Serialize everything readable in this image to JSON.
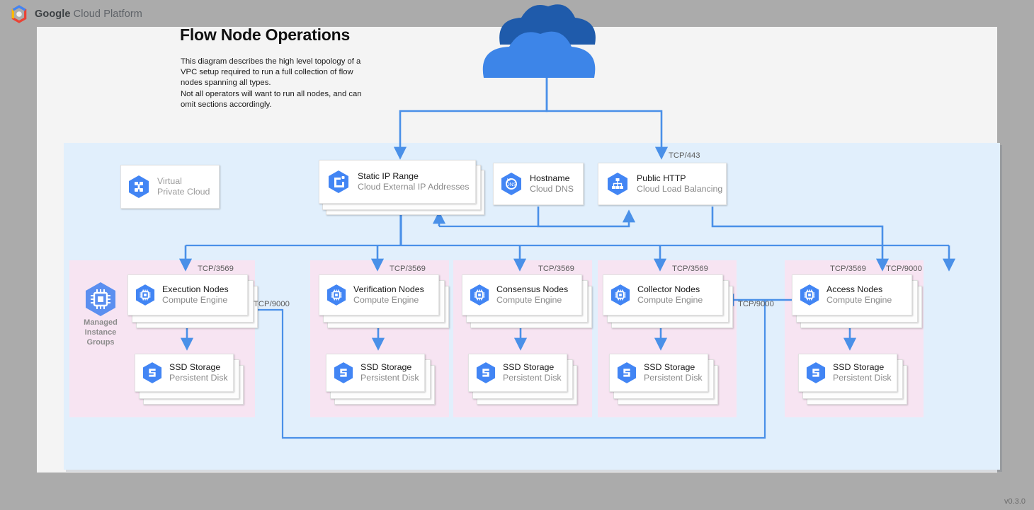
{
  "brand": {
    "google": "Google",
    "rest": " Cloud Platform",
    "logo_icon": "google-cloud-platform-logo"
  },
  "header": {
    "title": "Flow Node Operations",
    "description_line1": "This diagram describes the high level topology of a",
    "description_line2": "VPC setup required to run a full collection of flow",
    "description_line3": "nodes spanning all types.",
    "description_line4": "Not all operators will want to run all nodes, and can",
    "description_line5": "omit sections accordingly."
  },
  "version": "v0.3.0",
  "colors": {
    "accent_blue": "#4285f4",
    "connector_blue": "#4a90e8",
    "vpc_fill": "#e1effc",
    "mig_fill": "#f7e4f2",
    "page_fill": "#f4f4f4",
    "canvas_gray": "#ababab",
    "cloud_front": "#3d85e8",
    "cloud_back": "#1f5bab",
    "title_text": "#111111",
    "muted_text": "#8a8a8a"
  },
  "internet": {
    "icon": "cloud-icon",
    "label": ""
  },
  "top_nodes": [
    {
      "id": "vpc-label",
      "title": "Virtual",
      "subtitle": "Private Cloud",
      "icon": "virtual-private-cloud-icon",
      "muted": true,
      "stacked": false
    },
    {
      "id": "static-ip",
      "title": "Static IP Range",
      "subtitle": "Cloud External IP Addresses",
      "icon": "cloud-external-ip-icon",
      "muted": false,
      "stacked": true
    },
    {
      "id": "hostname",
      "title": "Hostname",
      "subtitle": "Cloud DNS",
      "icon": "cloud-dns-icon",
      "muted": false,
      "stacked": false
    },
    {
      "id": "public-http",
      "title": "Public HTTP",
      "subtitle": "Cloud Load Balancing",
      "icon": "cloud-load-balancing-icon",
      "muted": false,
      "stacked": false
    }
  ],
  "mig_label": {
    "line1": "Managed",
    "line2": "Instance",
    "line3": "Groups",
    "icon": "compute-engine-icon"
  },
  "node_groups": [
    {
      "id": "execution",
      "node_title": "Execution Nodes",
      "node_subtitle": "Compute Engine",
      "node_icon": "compute-engine-icon",
      "disk_title": "SSD Storage",
      "disk_subtitle": "Persistent Disk",
      "disk_icon": "persistent-disk-icon",
      "ingress_port": "TCP/3569"
    },
    {
      "id": "verification",
      "node_title": "Verification Nodes",
      "node_subtitle": "Compute Engine",
      "node_icon": "compute-engine-icon",
      "disk_title": "SSD Storage",
      "disk_subtitle": "Persistent Disk",
      "disk_icon": "persistent-disk-icon",
      "ingress_port": "TCP/3569"
    },
    {
      "id": "consensus",
      "node_title": "Consensus Nodes",
      "node_subtitle": "Compute Engine",
      "node_icon": "compute-engine-icon",
      "disk_title": "SSD Storage",
      "disk_subtitle": "Persistent Disk",
      "disk_icon": "persistent-disk-icon",
      "ingress_port": "TCP/3569"
    },
    {
      "id": "collector",
      "node_title": "Collector Nodes",
      "node_subtitle": "Compute Engine",
      "node_icon": "compute-engine-icon",
      "disk_title": "SSD Storage",
      "disk_subtitle": "Persistent Disk",
      "disk_icon": "persistent-disk-icon",
      "ingress_port": "TCP/3569"
    },
    {
      "id": "access",
      "node_title": "Access Nodes",
      "node_subtitle": "Compute Engine",
      "node_icon": "compute-engine-icon",
      "disk_title": "SSD Storage",
      "disk_subtitle": "Persistent Disk",
      "disk_icon": "persistent-disk-icon",
      "ingress_port": "TCP/3569"
    }
  ],
  "port_labels": {
    "https": "TCP/443",
    "access_extra": "TCP/9000",
    "collector_ingress_9000": "TCP/9000",
    "execution_ingress_9000": "TCP/9000"
  }
}
